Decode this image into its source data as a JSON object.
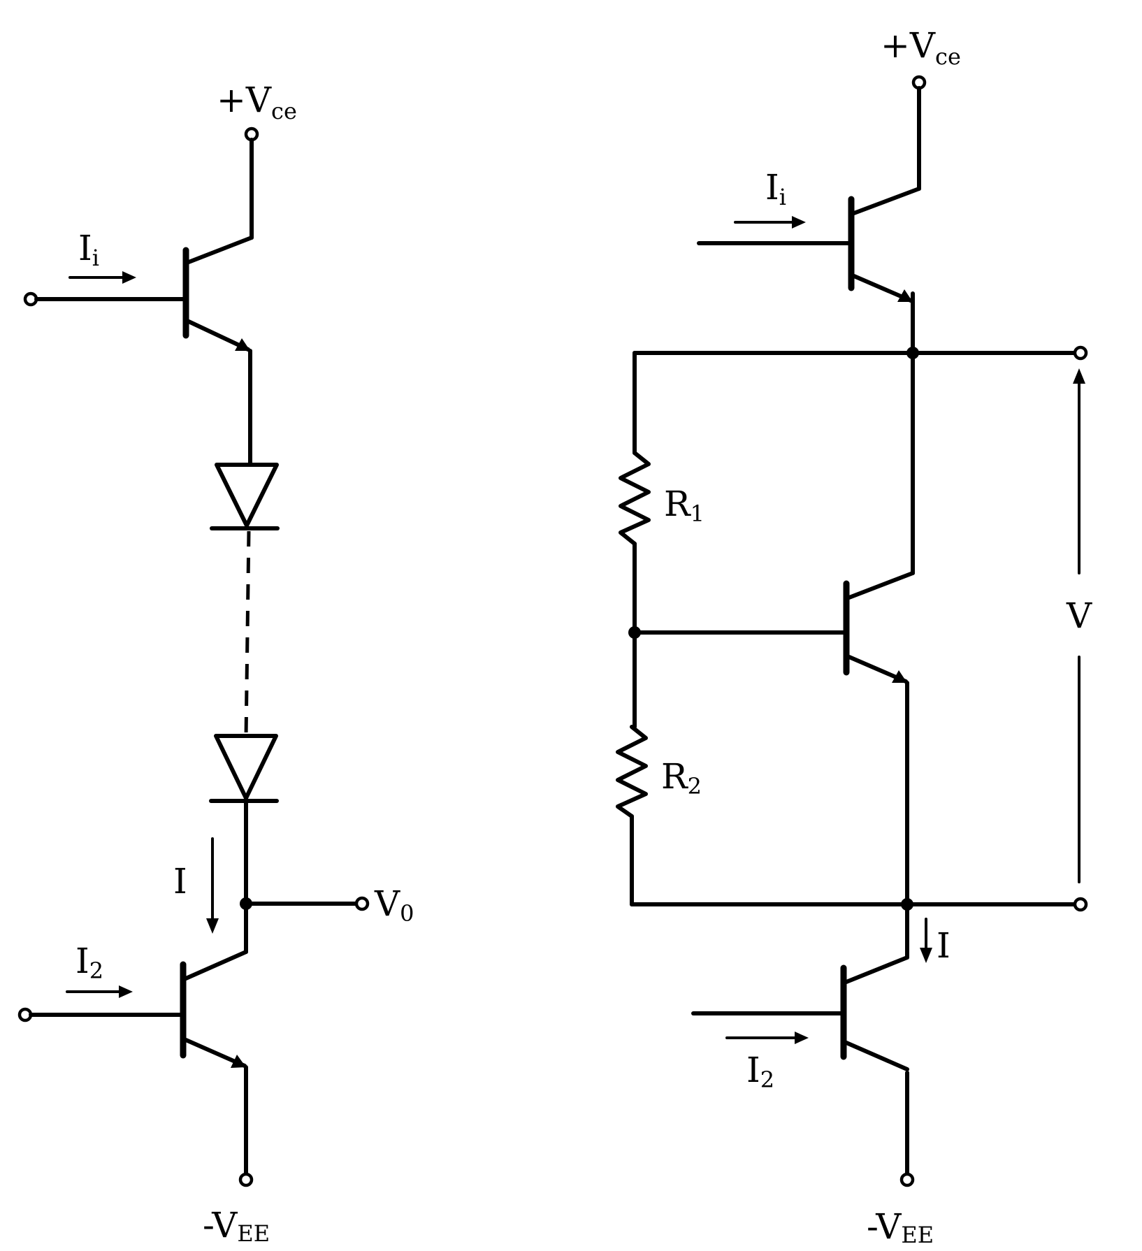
{
  "left_circuit": {
    "vcc": {
      "main": "+V",
      "sub": "ce"
    },
    "vee": {
      "main": "-V",
      "sub": "EE"
    },
    "input_current_top": {
      "main": "I",
      "sub": "i"
    },
    "input_current_bottom": {
      "main": "I",
      "sub": "2"
    },
    "branch_current": "I",
    "output": {
      "main": "V",
      "sub": "0"
    }
  },
  "right_circuit": {
    "vcc": {
      "main": "+V",
      "sub": "ce"
    },
    "vee": {
      "main": "-V",
      "sub": "EE"
    },
    "input_current_top": {
      "main": "I",
      "sub": "i"
    },
    "input_current_bottom": {
      "main": "I",
      "sub": "2"
    },
    "branch_current": "I",
    "resistor_1": {
      "main": "R",
      "sub": "1"
    },
    "resistor_2": {
      "main": "R",
      "sub": "2"
    },
    "voltage": "V"
  }
}
